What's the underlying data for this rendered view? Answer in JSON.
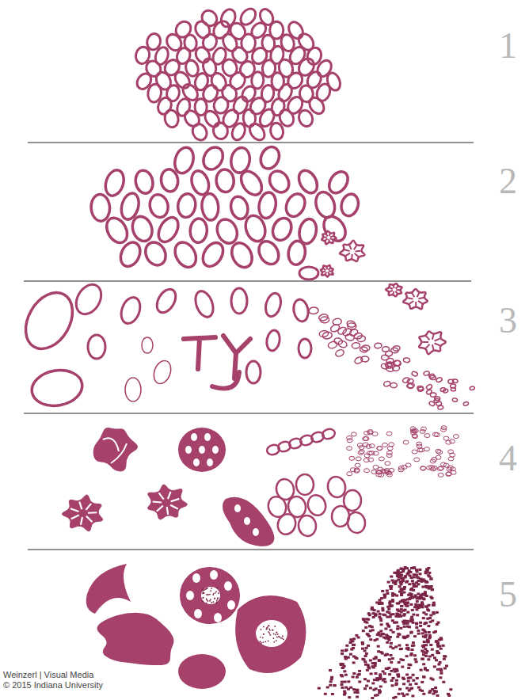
{
  "diagram": {
    "labels": [
      "1",
      "2",
      "3",
      "4",
      "5",
      "Weinzerl | Visual Media",
      "© 2015 Indiana University"
    ]
  }
}
